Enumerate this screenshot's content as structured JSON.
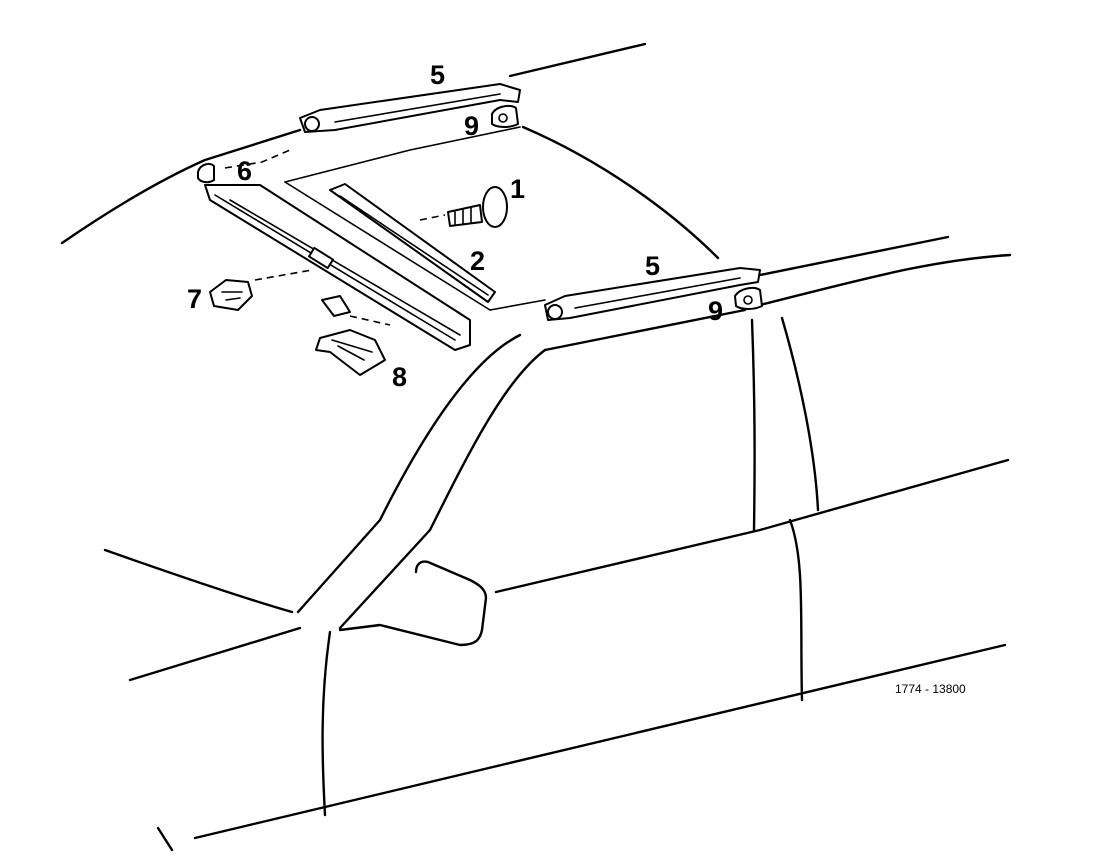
{
  "diagram": {
    "reference_code": "1774 - 13800",
    "callouts": [
      {
        "id": "c1",
        "label": "1"
      },
      {
        "id": "c2",
        "label": "2"
      },
      {
        "id": "c5a",
        "label": "5"
      },
      {
        "id": "c5b",
        "label": "5"
      },
      {
        "id": "c6",
        "label": "6"
      },
      {
        "id": "c7",
        "label": "7"
      },
      {
        "id": "c8",
        "label": "8"
      },
      {
        "id": "c9a",
        "label": "9"
      },
      {
        "id": "c9b",
        "label": "9"
      }
    ]
  }
}
